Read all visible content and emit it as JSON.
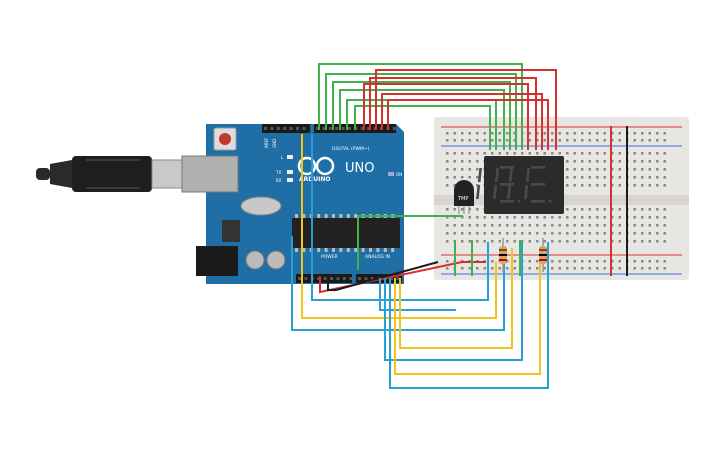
{
  "arduino": {
    "brand": "ARDUINO",
    "model": "UNO",
    "on_label": "ON",
    "l_label": "L",
    "tx_label": "TX",
    "rx_label": "RX",
    "digital_label": "DIGITAL (PWM~)",
    "power_label": "POWER",
    "analog_label": "ANALOG IN",
    "aref_label": "AREF",
    "gnd_label": "GND"
  },
  "sensor": {
    "label": "TMP"
  },
  "display": {
    "digits": "88"
  },
  "colors": {
    "board": "#1f6fa6",
    "board_dark": "#174f78",
    "breadboard": "#e8e6e2",
    "wire_green": "#3fb34a",
    "wire_red": "#d62f2f",
    "wire_blue": "#2a9fd6",
    "wire_yellow": "#f0c419",
    "wire_black": "#1c1c1c",
    "rail_red": "#d33",
    "seg_bg": "#2b2b2b",
    "seg_off": "#4a4a4a"
  }
}
